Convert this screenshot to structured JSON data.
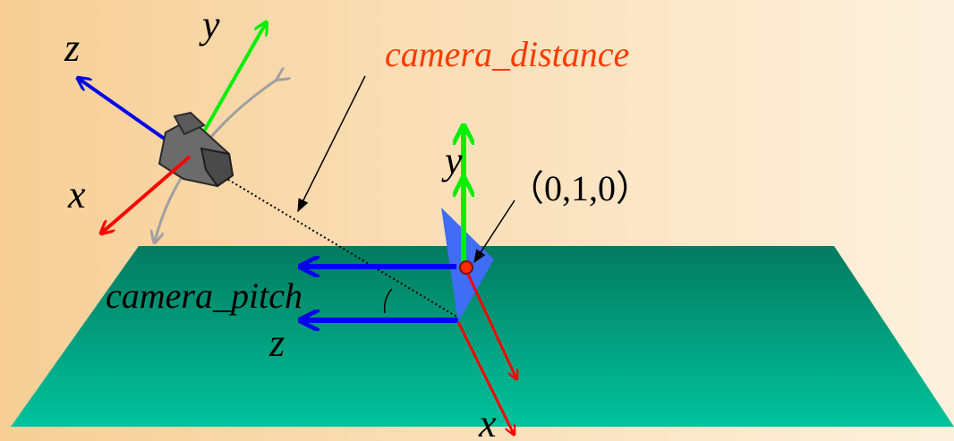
{
  "labels": {
    "camera_z": "z",
    "camera_y": "y",
    "camera_x": "x",
    "camera_distance": "camera_distance",
    "target_y": "y",
    "target_point": "（0,1,0）",
    "camera_pitch": "camera_pitch",
    "ground_z": "z",
    "ground_x": "x"
  },
  "colors": {
    "background_left": "#f7cf96",
    "background_right": "#fdf1de",
    "ground_far": "#037a5f",
    "ground_near": "#00c39c",
    "axis_x": "#ff0000",
    "axis_y": "#00ee00",
    "axis_z": "#0000ee",
    "label_highlight": "#ff3a00",
    "rotation_arc": "#a0a0a0",
    "view_triangle": "#3f6df5"
  },
  "icons": {
    "camera": "camera-icon"
  }
}
